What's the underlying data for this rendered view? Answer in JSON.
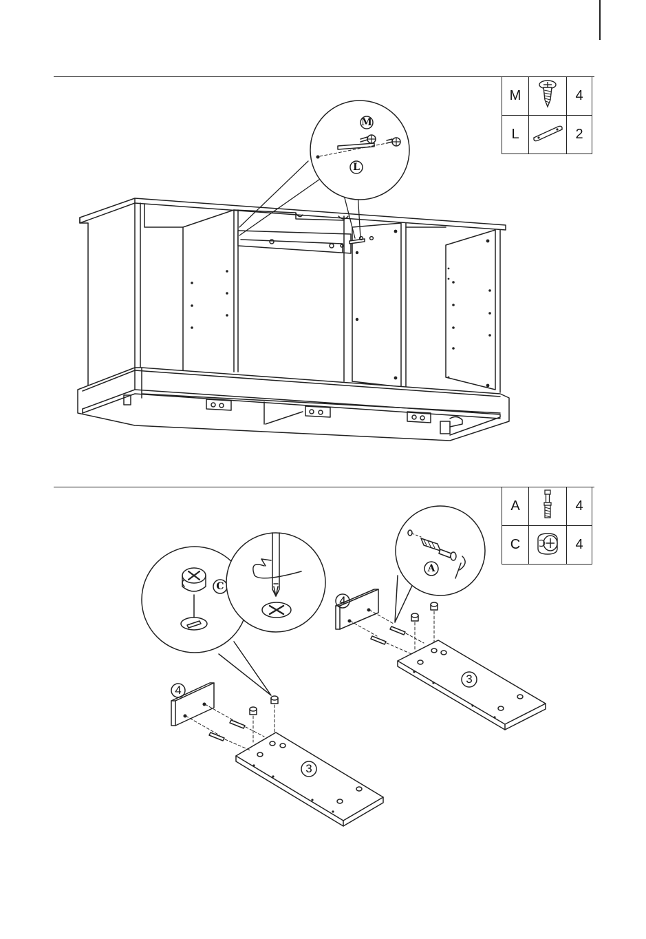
{
  "step1": {
    "parts": [
      {
        "code": "M",
        "icon": "screw-icon",
        "qty": "4"
      },
      {
        "code": "L",
        "icon": "connecting-plate-icon",
        "qty": "2"
      }
    ],
    "callouts": {
      "screw": "M",
      "plate": "L"
    }
  },
  "step2": {
    "parts": [
      {
        "code": "A",
        "icon": "cam-bolt-icon",
        "qty": "4"
      },
      {
        "code": "C",
        "icon": "cam-lock-icon",
        "qty": "4"
      }
    ],
    "callouts": {
      "bolt": "A",
      "cam": "C"
    },
    "panel_labels": {
      "upright_left": "4",
      "upright_right": "4",
      "board_left": "3",
      "board_right": "3"
    }
  }
}
